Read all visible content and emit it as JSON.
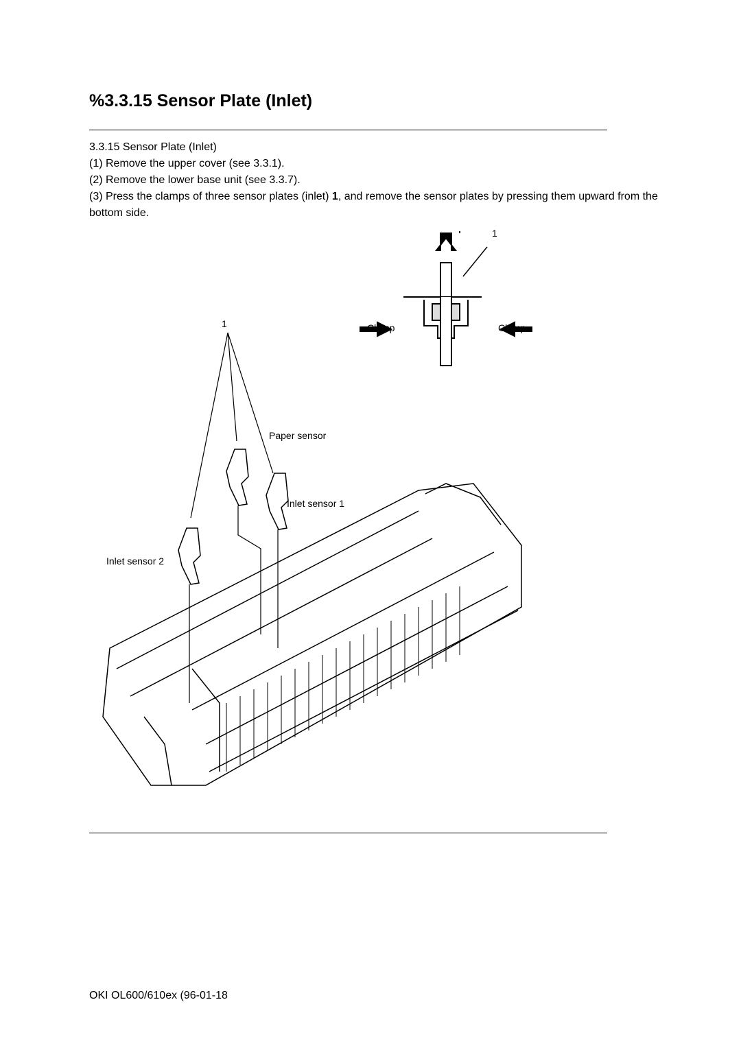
{
  "heading": "%3.3.15 Sensor Plate (Inlet)",
  "section_title": "3.3.15 Sensor Plate (Inlet)",
  "steps": [
    "(1) Remove the upper cover (see 3.3.1).",
    "(2) Remove the lower base unit (see 3.3.7)."
  ],
  "step3": {
    "before": "(3) Press the clamps of three sensor plates (inlet) ",
    "bold": "1",
    "after": ", and remove the sensor plates by pressing them upward from the bottom side."
  },
  "figure": {
    "callout_top": "1",
    "callout_left": "1",
    "clamp_left": "Clamp",
    "clamp_right": "Clamp",
    "paper_sensor": "Paper sensor",
    "inlet_sensor_1": "Inlet sensor 1",
    "inlet_sensor_2": "Inlet sensor 2"
  },
  "footer": "OKI OL600/610ex (96-01-18"
}
